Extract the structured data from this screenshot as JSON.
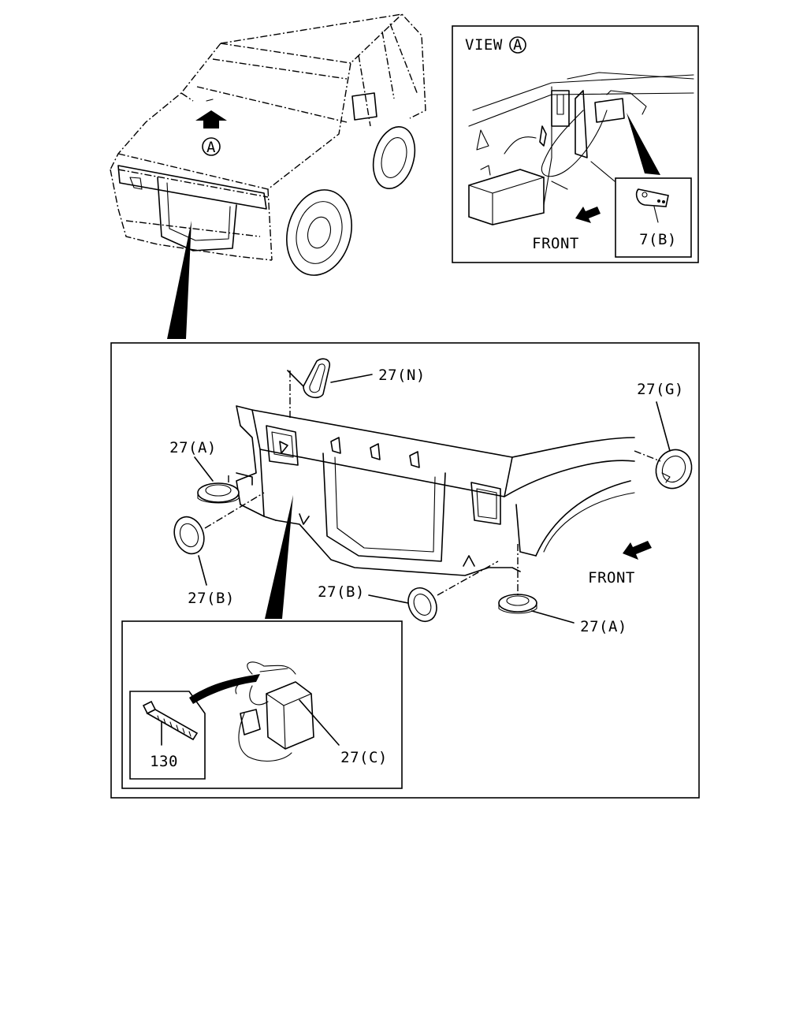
{
  "view_label": {
    "prefix": "VIEW",
    "ref": "A"
  },
  "vehicle_ref": "A",
  "front_labels": {
    "view_a": "FRONT",
    "main": "FRONT"
  },
  "callouts": {
    "p7b": "7(B)",
    "p27n": "27(N)",
    "p27g": "27(G)",
    "p27a_left": "27(A)",
    "p27b_left": "27(B)",
    "p27b_bottom": "27(B)",
    "p27a_right": "27(A)",
    "p27c": "27(C)",
    "p130": "130"
  }
}
